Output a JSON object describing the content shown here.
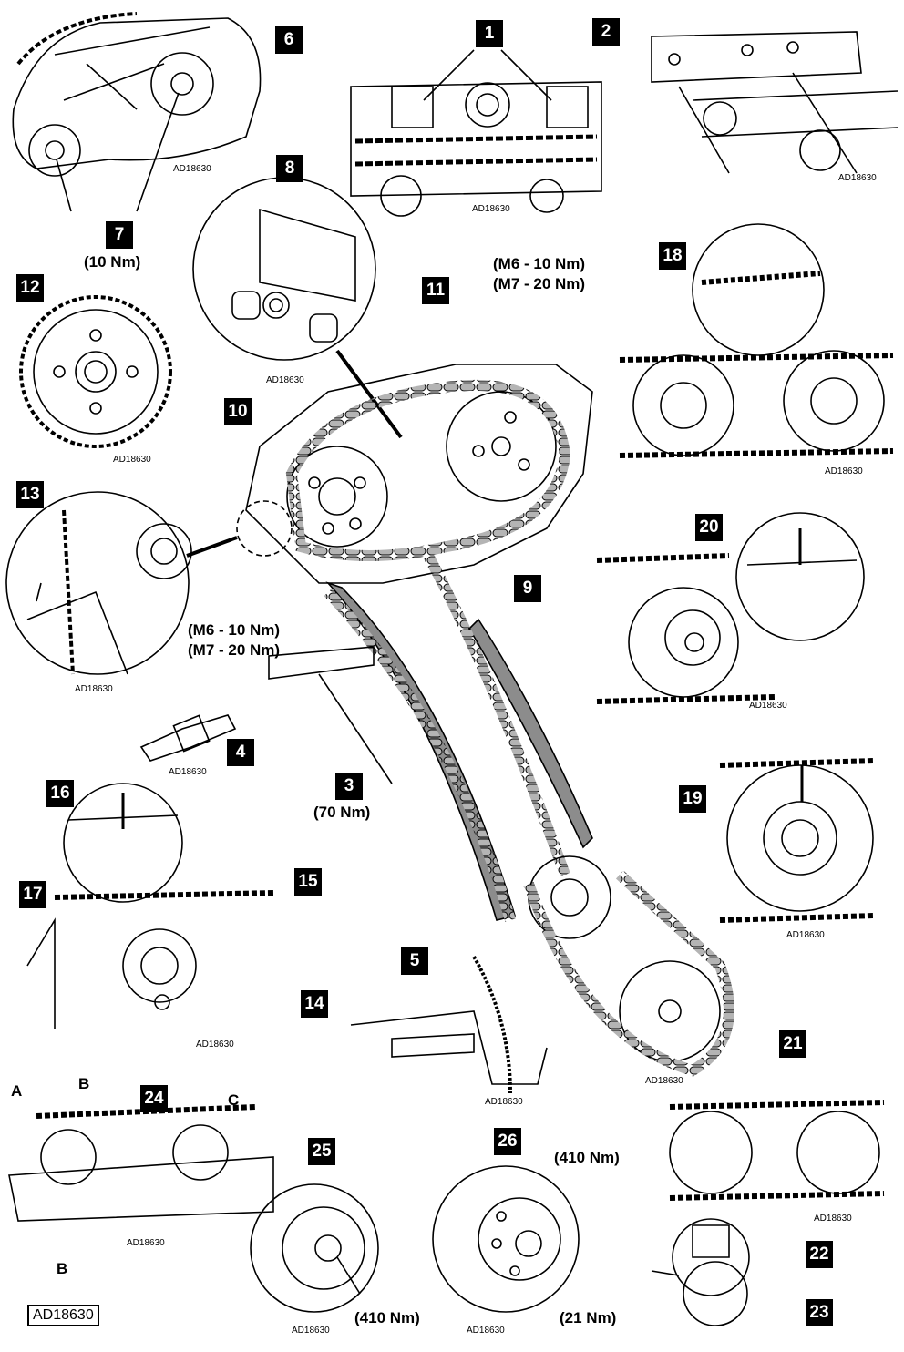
{
  "figure_code": "AD18630",
  "labels": {
    "l1": "1",
    "l2": "2",
    "l3": "3",
    "l4": "4",
    "l5": "5",
    "l6": "6",
    "l7": "7",
    "l8": "8",
    "l9": "9",
    "l10": "10",
    "l11": "11",
    "l12": "12",
    "l13": "13",
    "l14": "14",
    "l15": "15",
    "l16": "16",
    "l17": "17",
    "l18": "18",
    "l19": "19",
    "l20": "20",
    "l21": "21",
    "l22": "22",
    "l23": "23",
    "l24": "24",
    "l25": "25",
    "l26": "26"
  },
  "letters": {
    "a": "A",
    "b": "B",
    "c": "C"
  },
  "torques": {
    "t_10": "(10 Nm)",
    "t_m6": "(M6 - 10 Nm)",
    "t_m7": "(M7 - 20 Nm)",
    "t_70": "(70 Nm)",
    "t_410": "(410 Nm)",
    "t_21": "(21 Nm)"
  },
  "colors": {
    "ink": "#000000",
    "guide_fill": "#8c8c8c",
    "chain_fill": "#b4b4b4"
  }
}
